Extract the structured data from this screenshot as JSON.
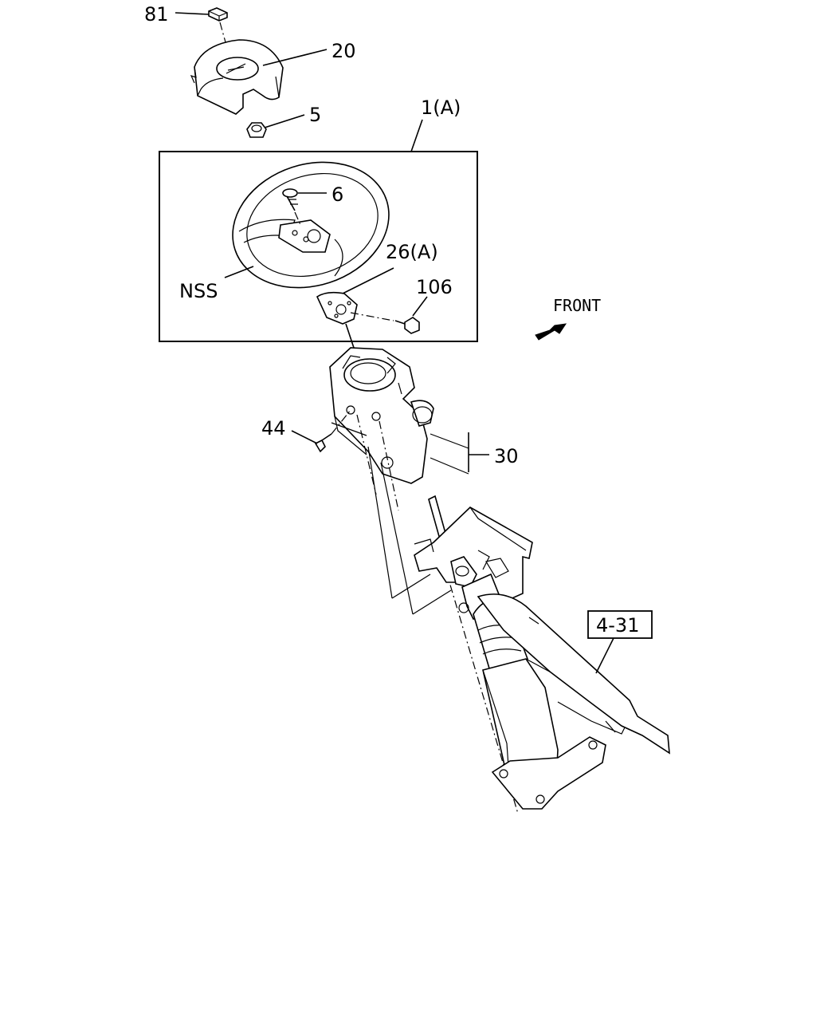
{
  "labels": {
    "p81": "81",
    "p20": "20",
    "p5": "5",
    "p1a": "1(A)",
    "p6": "6",
    "p26a": "26(A)",
    "pnss": "NSS",
    "p106": "106",
    "front": "FRONT",
    "p44": "44",
    "p30": "30",
    "p431": "4-31"
  },
  "icons": {
    "front_arrow": "arrow-front-icon"
  }
}
